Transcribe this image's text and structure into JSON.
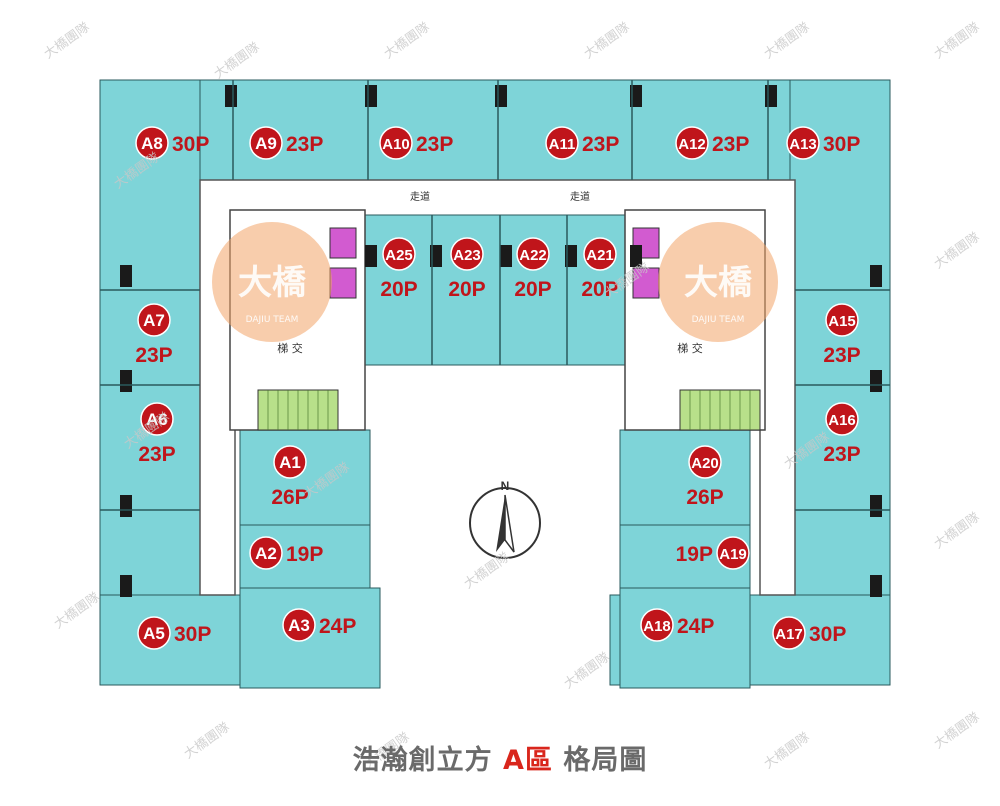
{
  "caption": {
    "part1": "浩瀚創立方 ",
    "highlight": "A區",
    "part2": " 格局圖"
  },
  "compass": {
    "label": "N"
  },
  "watermark": "大橋團隊",
  "logo": {
    "text": "大橋",
    "subtext": "DAJIU TEAM"
  },
  "plan_labels": {
    "corridor": "走道",
    "lobby": "梯 交"
  },
  "colors": {
    "unit": "#7ed4d8",
    "badge": "#c0151b",
    "wall": "#1a1a1a",
    "stair": "#b8e08a",
    "elevator": "#d25bd0",
    "logo": "#f3a468"
  },
  "units": [
    {
      "id": "A1",
      "size": "26P"
    },
    {
      "id": "A2",
      "size": "19P"
    },
    {
      "id": "A3",
      "size": "24P"
    },
    {
      "id": "A5",
      "size": "30P"
    },
    {
      "id": "A6",
      "size": "23P"
    },
    {
      "id": "A7",
      "size": "23P"
    },
    {
      "id": "A8",
      "size": "30P"
    },
    {
      "id": "A9",
      "size": "23P"
    },
    {
      "id": "A10",
      "size": "23P"
    },
    {
      "id": "A11",
      "size": "23P"
    },
    {
      "id": "A12",
      "size": "23P"
    },
    {
      "id": "A13",
      "size": "30P"
    },
    {
      "id": "A15",
      "size": "23P"
    },
    {
      "id": "A16",
      "size": "23P"
    },
    {
      "id": "A17",
      "size": "30P"
    },
    {
      "id": "A18",
      "size": "24P"
    },
    {
      "id": "A19",
      "size": "19P"
    },
    {
      "id": "A20",
      "size": "26P"
    },
    {
      "id": "A21",
      "size": "20P"
    },
    {
      "id": "A22",
      "size": "20P"
    },
    {
      "id": "A23",
      "size": "20P"
    },
    {
      "id": "A25",
      "size": "20P"
    }
  ]
}
